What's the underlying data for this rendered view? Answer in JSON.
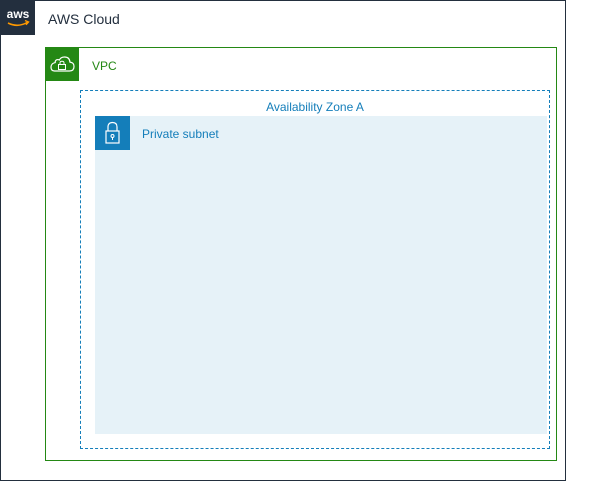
{
  "aws_cloud": {
    "label": "AWS Cloud",
    "logo_text": "aws",
    "icon": "aws-logo-icon",
    "border_color": "#232f3e"
  },
  "vpc": {
    "label": "VPC",
    "icon": "vpc-cloud-lock-icon",
    "color": "#248814"
  },
  "availability_zone": {
    "label": "Availability Zone A",
    "color": "#147eba"
  },
  "private_subnet": {
    "label": "Private subnet",
    "icon": "padlock-icon",
    "color": "#147eba",
    "fill": "#e6f2f8"
  }
}
